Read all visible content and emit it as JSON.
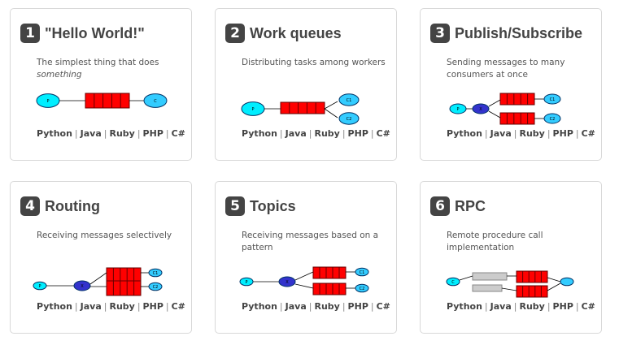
{
  "colors": {
    "badge": "#444444",
    "queue": "#ff0000",
    "producer": "#00eeff",
    "consumer": "#33ccff",
    "exchange": "#3333cc"
  },
  "tutorials": [
    {
      "number": "1",
      "title": "\"Hello World!\"",
      "description": "The simplest thing that does",
      "description_em": "something",
      "diagram": "hello-world"
    },
    {
      "number": "2",
      "title": "Work queues",
      "description": "Distributing tasks among workers",
      "description_em": "",
      "diagram": "work-queues"
    },
    {
      "number": "3",
      "title": "Publish/Subscribe",
      "description": "Sending messages to many consumers at once",
      "description_em": "",
      "diagram": "publish-subscribe"
    },
    {
      "number": "4",
      "title": "Routing",
      "description": "Receiving messages selectively",
      "description_em": "",
      "diagram": "routing"
    },
    {
      "number": "5",
      "title": "Topics",
      "description": "Receiving messages based on a pattern",
      "description_em": "",
      "diagram": "topics"
    },
    {
      "number": "6",
      "title": "RPC",
      "description": "Remote procedure call implementation",
      "description_em": "",
      "diagram": "rpc"
    }
  ],
  "languages": [
    "Python",
    "Java",
    "Ruby",
    "PHP",
    "C#"
  ],
  "diagram_labels": {
    "p": "P",
    "c": "C",
    "c1": "C1",
    "c2": "C2",
    "x": "X"
  }
}
